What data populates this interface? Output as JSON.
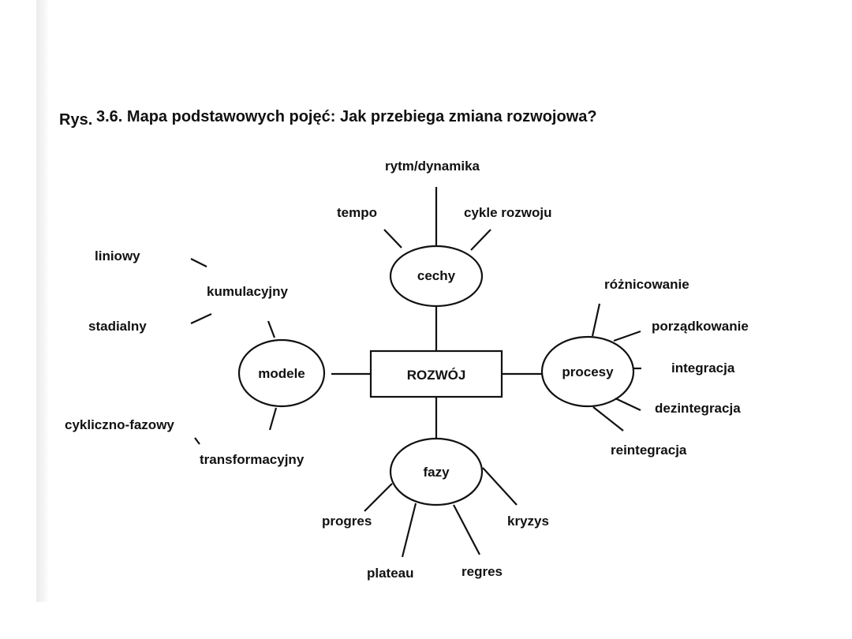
{
  "title": {
    "prefix": "Rys.",
    "text": "3.6. Mapa podstawowych pojęć: Jak przebiega zmiana rozwojowa?"
  },
  "center": "ROZWÓJ",
  "nodes": {
    "cechy": {
      "label": "cechy",
      "children": [
        "rytm/dynamika",
        "tempo",
        "cykle rozwoju"
      ]
    },
    "modele": {
      "label": "modele",
      "children": [
        "kumulacyjny",
        "transformacyjny"
      ],
      "kumulacyjny_children": [
        "liniowy",
        "stadialny"
      ],
      "transformacyjny_children": [
        "cykliczno-fazowy"
      ]
    },
    "procesy": {
      "label": "procesy",
      "children": [
        "różnicowanie",
        "porządkowanie",
        "integracja",
        "dezintegracja",
        "reintegracja"
      ]
    },
    "fazy": {
      "label": "fazy",
      "children": [
        "progres",
        "kryzys",
        "plateau",
        "regres"
      ]
    }
  }
}
